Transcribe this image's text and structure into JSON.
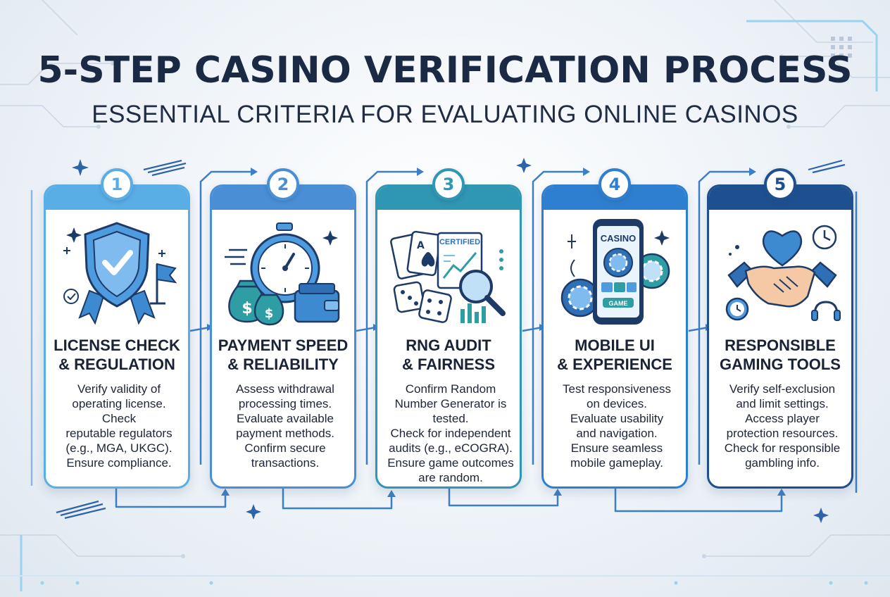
{
  "title": "5-STEP CASINO VERIFICATION PROCESS",
  "subtitle": "ESSENTIAL CRITERIA FOR EVALUATING ONLINE CASINOS",
  "steps": [
    {
      "number": "1",
      "heading": [
        "LICENSE CHECK",
        "& REGULATION"
      ],
      "body": [
        "Verify validity of",
        "operating license.",
        "Check",
        "reputable regulators",
        "(e.g., MGA, UKGC).",
        "Ensure compliance."
      ],
      "color": "#5aaee6",
      "icons": [
        "shield-check-icon",
        "flag-icon"
      ]
    },
    {
      "number": "2",
      "heading": [
        "PAYMENT SPEED",
        "& RELIABILITY"
      ],
      "body": [
        "Assess withdrawal",
        "processing times.",
        "Evaluate available",
        "payment methods.",
        "Confirm secure",
        "transactions."
      ],
      "color": "#4a8fd6",
      "icons": [
        "stopwatch-icon",
        "money-bag-icon",
        "wallet-icon"
      ],
      "money_symbol": "$"
    },
    {
      "number": "3",
      "heading": [
        "RNG AUDIT",
        "& FAIRNESS"
      ],
      "body": [
        "Confirm Random",
        "Number Generator is",
        "tested.",
        "Check for independent",
        "audits (e.g., eCOGRA).",
        "Ensure game outcomes",
        "are random."
      ],
      "color": "#2f96b4",
      "icons": [
        "playing-cards-icon",
        "dice-icon",
        "certificate-icon",
        "magnifier-icon"
      ],
      "certificate_label": "CERTIFIED",
      "card_rank": "A"
    },
    {
      "number": "4",
      "heading": [
        "MOBILE UI",
        "& EXPERIENCE"
      ],
      "body": [
        "Test responsiveness",
        "on devices.",
        "Evaluate usability",
        "and navigation.",
        "Ensure seamless",
        "mobile gameplay."
      ],
      "color": "#2f7fd0",
      "icons": [
        "smartphone-icon",
        "casino-chip-icon"
      ],
      "phone_label": "CASINO",
      "phone_button": "GAME"
    },
    {
      "number": "5",
      "heading": [
        "RESPONSIBLE",
        "GAMING TOOLS"
      ],
      "body": [
        "Verify self-exclusion",
        "and limit settings.",
        "Access player",
        "protection resources.",
        "Check for responsible",
        "gambling info."
      ],
      "color": "#1e4f8f",
      "icons": [
        "handshake-icon",
        "heart-icon",
        "clock-icon",
        "headset-icon"
      ]
    }
  ]
}
